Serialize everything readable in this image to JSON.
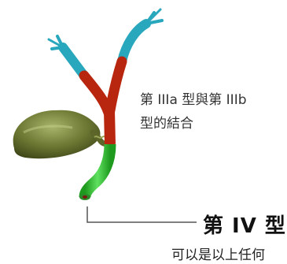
{
  "labels": {
    "combination_line1": "第 IIIa 型與第 IIIb",
    "combination_line2": "型的結合",
    "type_title": "第 IV 型",
    "type_subtitle": "可以是以上任何"
  },
  "colors": {
    "intrahepatic_duct": "#29a7bd",
    "hepatic_duct": "#b8260f",
    "common_bile_duct": "#31c431",
    "gallbladder": "#6e7a34",
    "leader_line": "#555555"
  }
}
